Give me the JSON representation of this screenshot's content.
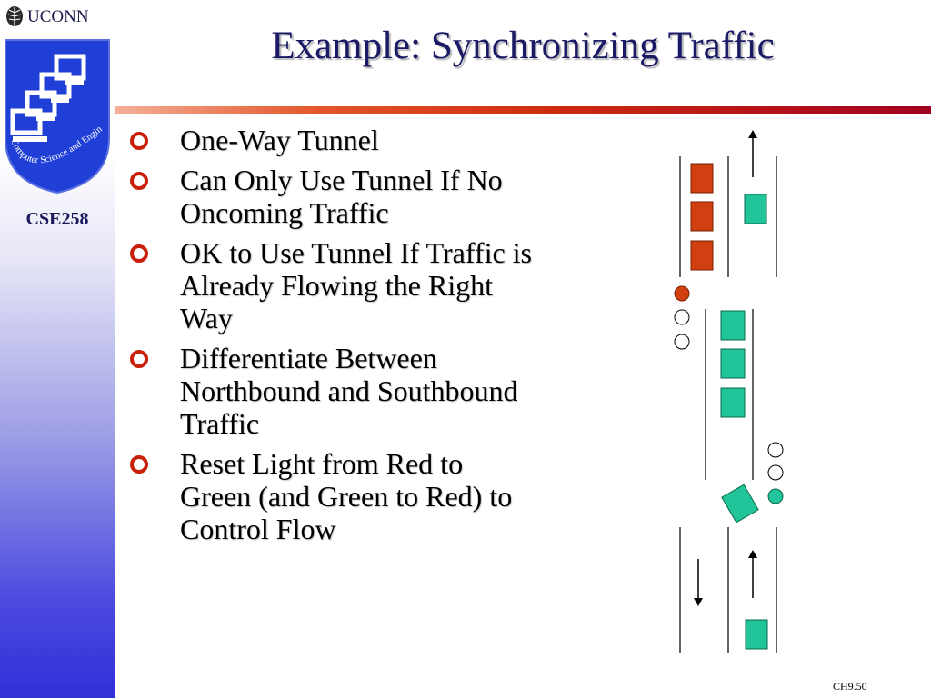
{
  "header": {
    "logo_text": "UCONN",
    "shield_text": "Computer Science and Engineering",
    "course": "CSE258"
  },
  "slide": {
    "title": "Example: Synchronizing Traffic",
    "bullets": [
      {
        "lines": [
          "One-Way Tunnel"
        ]
      },
      {
        "lines": [
          "Can Only Use Tunnel If No",
          "Oncoming Traffic"
        ]
      },
      {
        "lines": [
          "OK to Use Tunnel If Traffic is",
          "Already Flowing the Right",
          "Way"
        ]
      },
      {
        "lines": [
          "Differentiate Between",
          "Northbound and Southbound",
          "Traffic"
        ]
      },
      {
        "lines": [
          "Reset Light from Red to",
          "Green (and Green to Red) to",
          "Control Flow"
        ]
      }
    ],
    "page_number": "CH9.50"
  },
  "colors": {
    "car_red": "#d04010",
    "car_green": "#22c49a",
    "bullet_red": "#c8200a",
    "title": "#1a1a66"
  },
  "icons": [
    "uconn-leaf-icon",
    "computer-stack-icon",
    "bullet-ring-icon",
    "arrow-up-icon",
    "arrow-down-icon",
    "traffic-light-icon"
  ]
}
